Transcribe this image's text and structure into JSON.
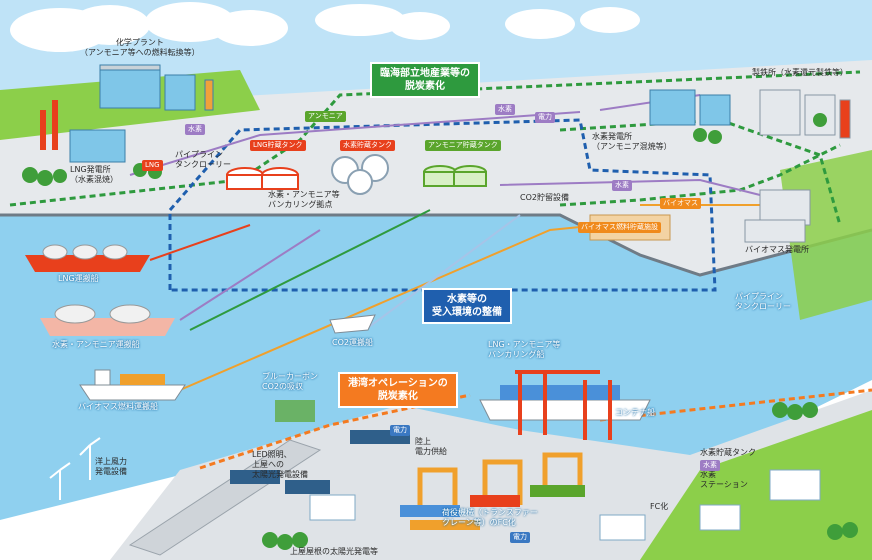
{
  "colors": {
    "sky": "#bfe3f7",
    "sea": "#8fd0ef",
    "land": "#e6e9ec",
    "grass": "#8ccf4a",
    "green_route": "#2e9a3e",
    "blue_route": "#1f5fae",
    "orange_route": "#f47a20",
    "pipeline_purple": "#9d7cc4",
    "pipeline_red": "#e8401c"
  },
  "banners": {
    "coastal_industry": "臨海部立地産業等の\n脱炭素化",
    "hydrogen_import": "水素等の\n受入環境の整備",
    "port_operations": "港湾オペレーションの\n脱炭素化"
  },
  "tanks": {
    "lng": "LNG貯蔵タンク",
    "hydrogen": "水素貯蔵タンク",
    "ammonia": "アンモニア貯蔵タンク"
  },
  "labels": {
    "chemical_plant": "化学プラント\n（アンモニア等への燃料転換等）",
    "lng_power": "LNG発電所\n（水素混焼）",
    "pipeline_upper": "パイプライン\nタンクローリー",
    "storage_bunkering": "水素・アンモニア等\nバンカリング拠点",
    "hydrogen_plant": "水素発電所\n（アンモニア混焼等）",
    "steelworks": "製鉄所（水素還元製鉄等）",
    "co2_storage": "CO2貯留設備",
    "biomass_storage": "バイオマス燃料貯蔵施設",
    "biomass_power": "バイオマス発電所",
    "pipeline_right": "パイプライン\nタンクローリー",
    "lng_ship": "LNG運搬船",
    "h2_ship": "水素・アンモニア運搬船",
    "biomass_ship": "バイオマス燃料運搬船",
    "co2_ship": "CO2運搬船",
    "blue_carbon": "ブルーカーボン\nCO2の吸収",
    "lng_bunkering": "LNG・アンモニア等\nバンカリング船",
    "shore_power": "陸上\n電力供給",
    "offshore_wind": "洋上風力\n発電設備",
    "solar_park": "LED照明、\n上屋への\n太陽光発電設備",
    "fc_cranes": "荷役機械（トランスファー\nクレーン等）のFC化",
    "hydrogen_station_tank": "水素貯蔵タンク",
    "hydrogen_station": "水素\nステーション",
    "truck_fc": "FC化",
    "solar_roof": "上屋屋根の太陽光発電等",
    "container_terminal": "コンテナ船"
  },
  "route_tags": {
    "t1": "水素",
    "t2": "アンモニア",
    "t3": "水素",
    "t4": "LNG",
    "t5": "水素",
    "t6": "電力",
    "t7": "バイオマス",
    "t8": "水素",
    "t9": "電力",
    "t10": "電力"
  }
}
